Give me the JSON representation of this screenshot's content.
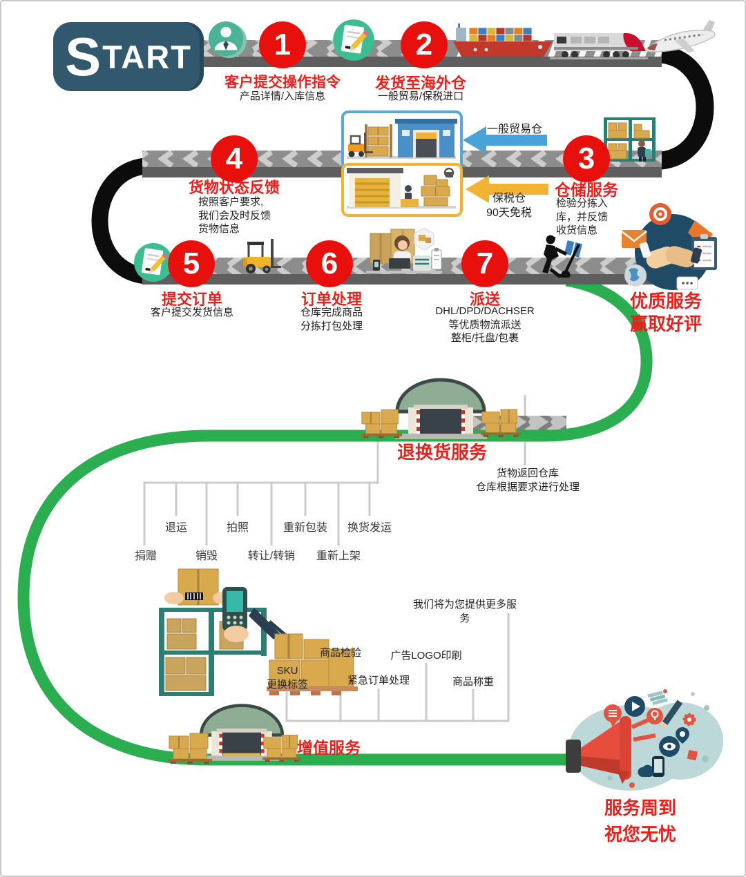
{
  "start_label_initial": "S",
  "start_label_rest": "TART",
  "steps": [
    {
      "number": "1",
      "title": "客户提交操作指令",
      "lines": [
        "产品详情/入库信息"
      ]
    },
    {
      "number": "2",
      "title": "发货至海外仓",
      "lines": [
        "一般贸易/保税进口"
      ]
    },
    {
      "number": "3",
      "title": "仓储服务",
      "lines": [
        "检验分拣入",
        "库，并反馈",
        "收货信息"
      ]
    },
    {
      "number": "4",
      "title": "货物状态反馈",
      "lines": [
        "按照客户要求,",
        "我们会及时反馈",
        "货物信息"
      ]
    },
    {
      "number": "5",
      "title": "提交订单",
      "lines": [
        "客户提交发货信息"
      ]
    },
    {
      "number": "6",
      "title": "订单处理",
      "lines": [
        "仓库完成商品",
        "分拣打包处理"
      ]
    },
    {
      "number": "7",
      "title": "派送",
      "lines": [
        "DHL/DPD/DACHSER",
        "等优质物流派送",
        "整柜/托盘/包裹"
      ]
    }
  ],
  "warehouses": {
    "general_trade_label": "一般贸易仓",
    "bonded_label": "保税仓",
    "bonded_sub": "90天免税"
  },
  "quality": {
    "line1": "优质服务",
    "line2": "赢取好评"
  },
  "returns": {
    "title": "退换货服务",
    "desc_line1": "货物返回仓库",
    "desc_line2": "仓库根据要求进行处理",
    "options_row1": [
      "退运",
      "拍照",
      "重新包装",
      "换货发运"
    ],
    "options_row2": [
      "捐赠",
      "销毁",
      "转让/转销",
      "重新上架"
    ]
  },
  "value_added": {
    "title": "增值服务",
    "more_services": "我们将为您提供更多服务",
    "sku_line1": "SKU",
    "sku_line2": "更换标签",
    "options": [
      "商品检验",
      "紧急订单处理",
      "广告LOGO印刷",
      "商品称重"
    ]
  },
  "closing": {
    "line1": "服务周到",
    "line2": "祝您无忧"
  },
  "colors": {
    "accent_red": "#e8100d",
    "path_green": "#2aae4f",
    "road_gray": "#8d8d8d",
    "trade_blue": "#4aa3d8",
    "bonded_yellow": "#f2b232",
    "start_teal": "#32586d"
  }
}
